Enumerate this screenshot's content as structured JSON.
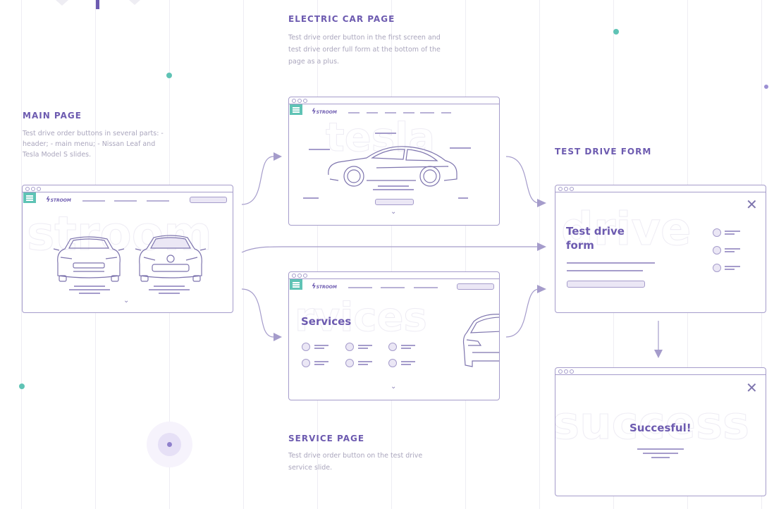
{
  "sections": {
    "electric_car": {
      "title": "ELECTRIC CAR PAGE",
      "desc": "Test drive order button in the first screen and test drive order full form at the bottom of the page as a plus."
    },
    "main": {
      "title": "MAIN PAGE",
      "desc": "Test drive order buttons in several parts: - header; - main menu; - Nissan Leaf and Tesla Model S slides."
    },
    "test_drive": {
      "title": "TEST DRIVE FORM"
    },
    "service": {
      "title": "SERVICE PAGE",
      "desc": "Test drive order button on the test drive service slide."
    }
  },
  "frames": {
    "logo_text": "STROOM",
    "main_watermark": "stroom",
    "car_watermark": "tesla",
    "services_watermark": "rvices",
    "services_title": "Services",
    "form_watermark": "drive",
    "form_title_line1": "Test drive",
    "form_title_line2": "form",
    "success_watermark": "success",
    "success_title": "Succesful!",
    "close_glyph": "✕",
    "chevron_glyph": "⌄"
  },
  "colors": {
    "accent_purple": "#6d5bb0",
    "line": "#a59ccb",
    "teal": "#5fc3b5"
  }
}
